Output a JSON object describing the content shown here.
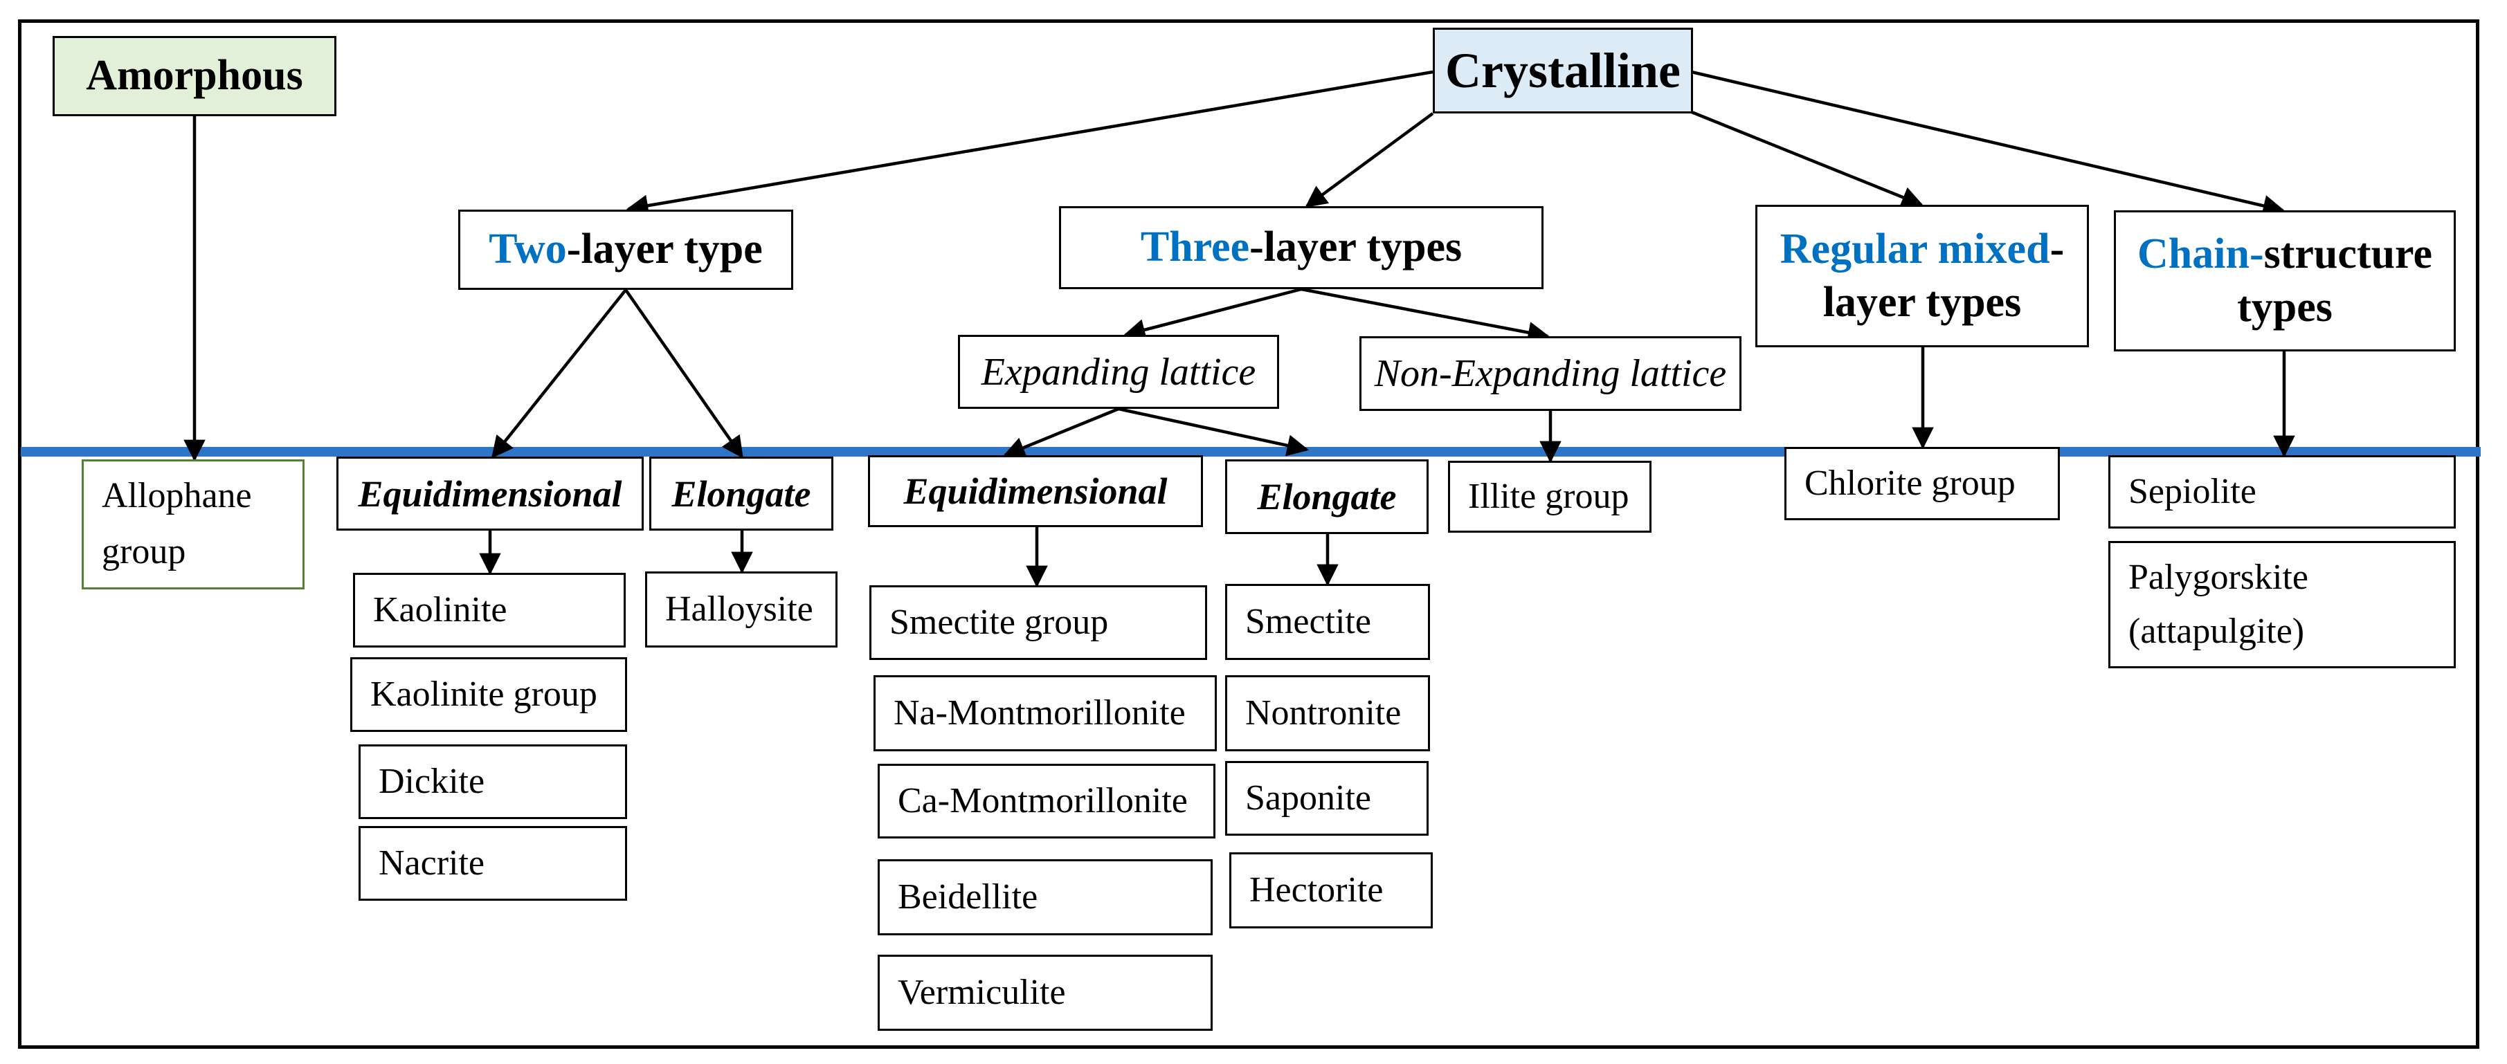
{
  "amorphous": {
    "label": "Amorphous",
    "child": "Allophane group"
  },
  "crystalline": {
    "label": "Crystalline"
  },
  "two_layer": {
    "accent": "Two",
    "rest": "-layer type",
    "equidimensional": {
      "label": "Equidimensional",
      "items": [
        "Kaolinite",
        "Kaolinite group",
        "Dickite",
        "Nacrite"
      ]
    },
    "elongate": {
      "label": "Elongate",
      "items": [
        "Halloysite"
      ]
    }
  },
  "three_layer": {
    "accent": "Three",
    "rest": "-layer types",
    "expanding": {
      "label": "Expanding lattice",
      "equidimensional": {
        "label": "Equidimensional",
        "items": [
          "Smectite group",
          "Na-Montmorillonite",
          "Ca-Montmorillonite",
          "Beidellite",
          "Vermiculite"
        ]
      },
      "elongate": {
        "label": "Elongate",
        "items": [
          "Smectite",
          "Nontronite",
          "Saponite",
          "Hectorite"
        ]
      }
    },
    "non_expanding": {
      "label": "Non-Expanding lattice",
      "items": [
        "Illite group"
      ]
    }
  },
  "regular_mixed": {
    "accent": "Regular mixed",
    "rest_1": "-",
    "rest_2": "layer types",
    "items": [
      "Chlorite group"
    ]
  },
  "chain": {
    "accent": "Chain-",
    "rest_1": "structure",
    "rest_2": "types",
    "items": [
      "Sepiolite",
      "Palygorskite",
      "(attapulgite)"
    ]
  },
  "colors": {
    "accent": "#0070C0",
    "divider": "#2f75c7",
    "amorphous_fill": "#e2f0d9",
    "crystalline_fill": "#ddebf7"
  }
}
